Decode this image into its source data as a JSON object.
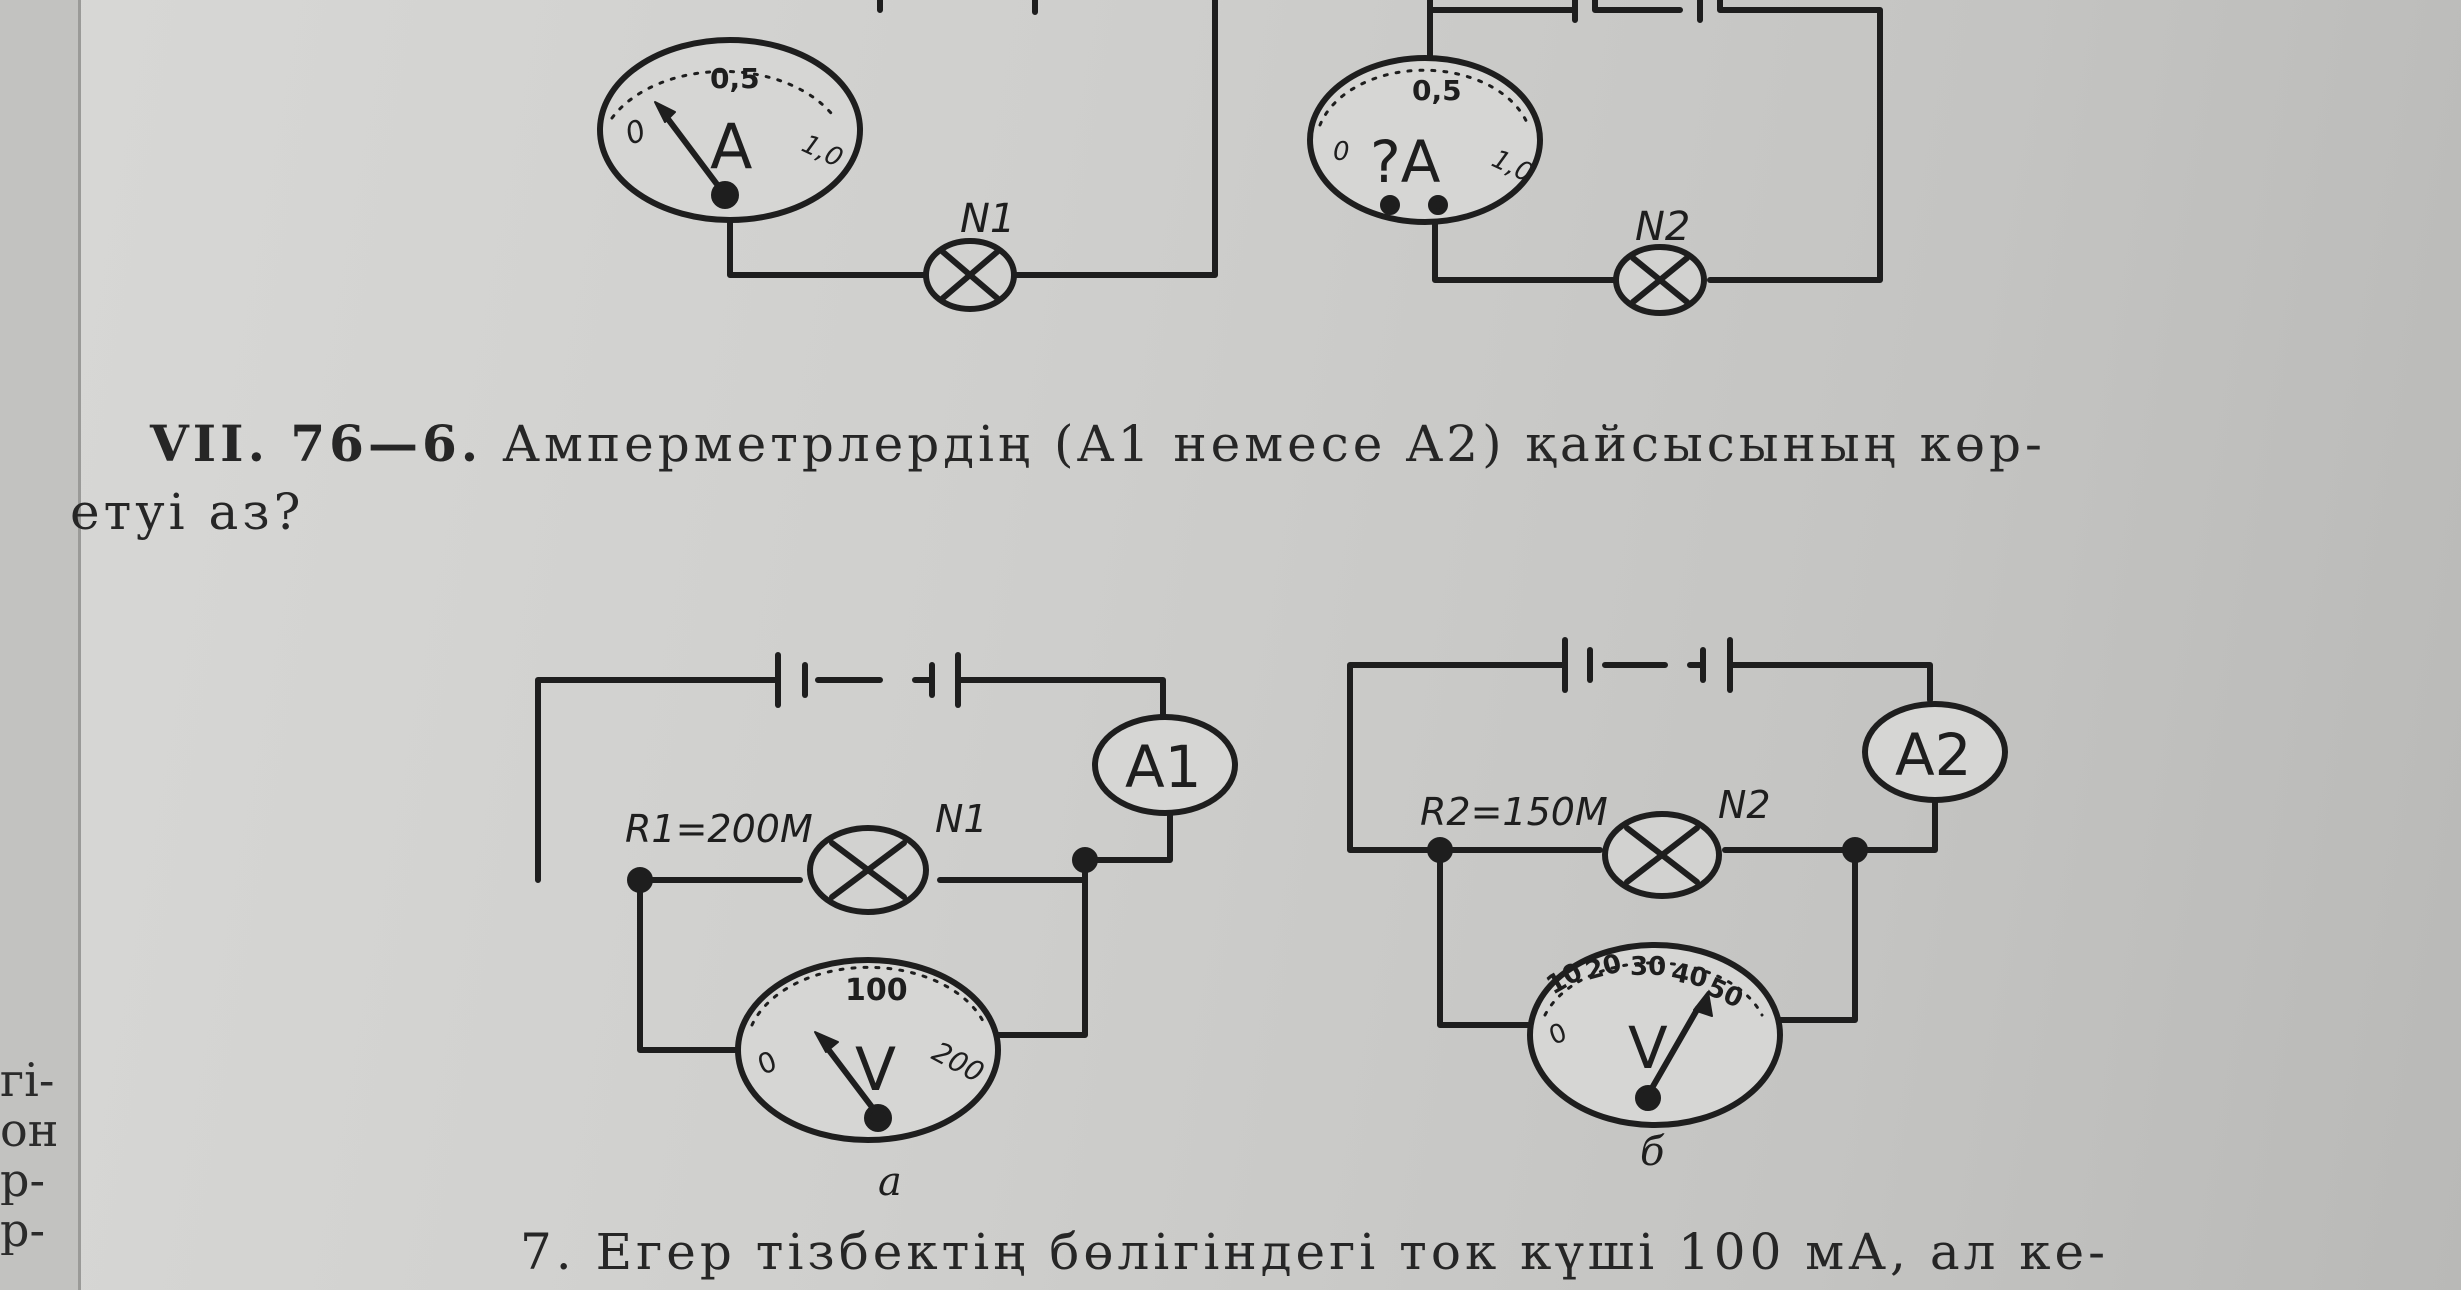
{
  "top_diagrams": {
    "left": {
      "meter_scale": [
        "0",
        "0,5",
        "1,0"
      ],
      "meter_symbol": "A",
      "lamp_label": "N1"
    },
    "right": {
      "meter_scale": [
        "0",
        "0,5",
        "1,0"
      ],
      "meter_symbol": "?A",
      "lamp_label": "N2"
    }
  },
  "problem": {
    "number": "VII. 76—6.",
    "text_line1": "Амперметрлердің (A1 немесе A2) қайсысының көр-",
    "text_line2": "етуі аз?"
  },
  "circuit_a": {
    "ammeter": "A1",
    "resistor_label": "R1=200M",
    "lamp_label": "N1",
    "voltmeter_symbol": "V",
    "voltmeter_scale": [
      "0",
      "100",
      "200"
    ],
    "caption": "а"
  },
  "circuit_b": {
    "ammeter": "A2",
    "resistor_label": "R2=150M",
    "lamp_label": "N2",
    "voltmeter_symbol": "V",
    "voltmeter_scale": [
      "0",
      "10",
      "20",
      "30",
      "40",
      "50"
    ],
    "caption": "б"
  },
  "margin_fragments": [
    "гі-",
    "он",
    "р-",
    "р-"
  ],
  "next_problem_fragment": "7. Егер тізбектің бөлігіндегі ток күші 100 мА, ал ке-"
}
